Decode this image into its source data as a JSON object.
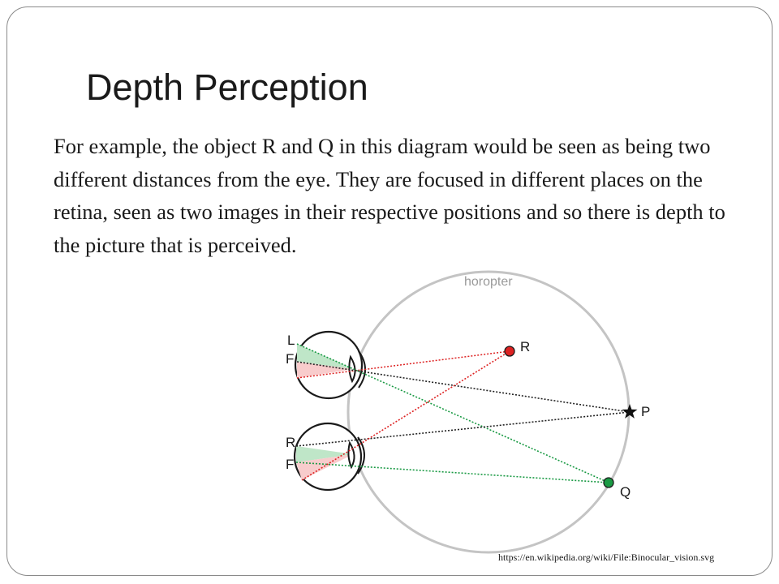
{
  "slide": {
    "title": "Depth Perception",
    "body": "For example, the object R and Q in this diagram would be seen as being two different distances from the eye. They are focused in different places on the retina, seen as two images in their respective positions and so there is depth to the picture that is perceived.",
    "source": "https://en.wikipedia.org/wiki/File:Binocular_vision.svg"
  },
  "diagram": {
    "horopter_label": "horopter",
    "upper_eye": {
      "label_top": "L",
      "label_bottom": "F"
    },
    "lower_eye": {
      "label_top": "R",
      "label_bottom": "F"
    },
    "points": {
      "R": {
        "label": "R",
        "color": "#dd2222"
      },
      "P": {
        "label": "P",
        "color": "#111111"
      },
      "Q": {
        "label": "Q",
        "color": "#1a9a44"
      }
    },
    "colors": {
      "green_ray": "#1a9a44",
      "red_ray": "#dd2222",
      "black_ray": "#222222",
      "horopter": "#c4c4c4",
      "green_fill": "#bfe6c8",
      "red_fill": "#f8cccc"
    }
  }
}
